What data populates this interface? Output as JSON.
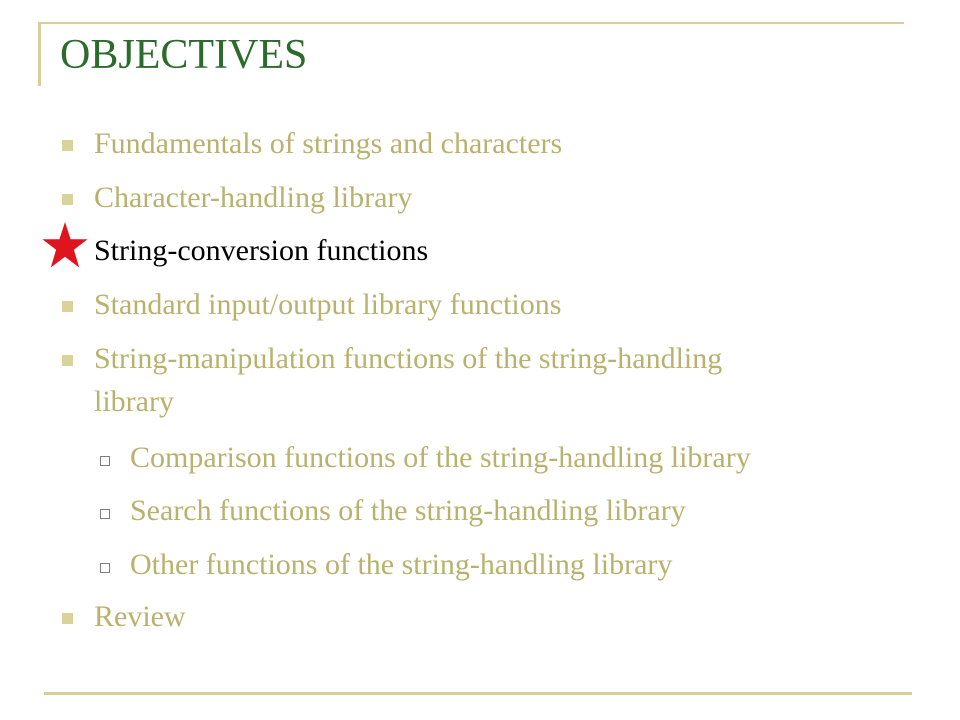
{
  "slide": {
    "title": "OBJECTIVES",
    "bullets": [
      {
        "text": "Fundamentals of strings and characters",
        "level": 1
      },
      {
        "text": "Character-handling library",
        "level": 1
      },
      {
        "text": "String-conversion functions",
        "level": 1,
        "current": true,
        "marker": "star-icon"
      },
      {
        "text": "Standard input/output library functions",
        "level": 1
      },
      {
        "text": "String-manipulation functions of the string-handling",
        "text_line2": "library",
        "level": 1
      },
      {
        "text": "Comparison functions of the string-handling library",
        "level": 2
      },
      {
        "text": "Search functions of the string-handling library",
        "level": 2
      },
      {
        "text": "Other functions of the string-handling library",
        "level": 2
      },
      {
        "text": "Review",
        "level": 1
      }
    ],
    "colors": {
      "title": "#2b6b2b",
      "bullet_text": "#b8b26e",
      "current_text": "#000000",
      "star": "#e0141f",
      "frame": "#d6cf9c"
    }
  }
}
